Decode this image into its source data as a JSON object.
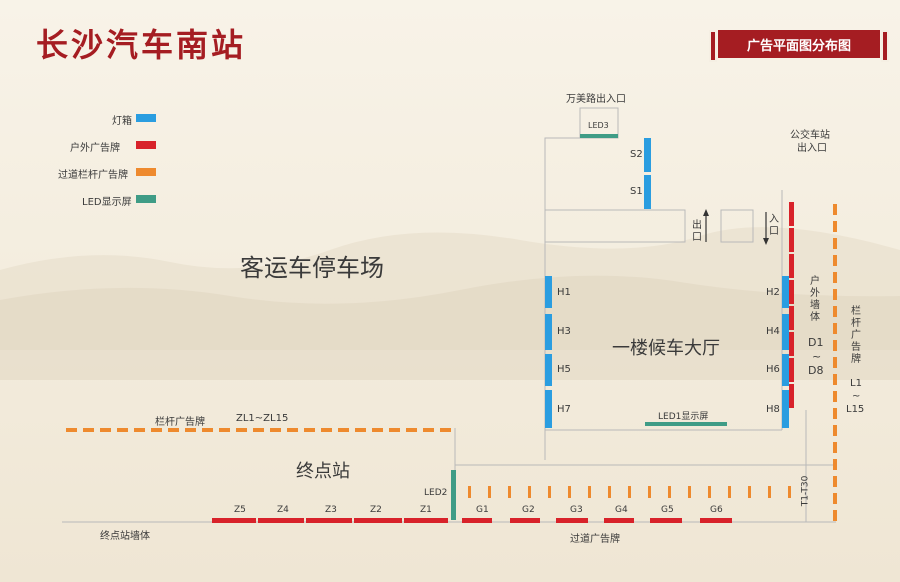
{
  "title": "长沙汽车南站",
  "badge": "广告平面图分布图",
  "legend": [
    {
      "label": "灯箱",
      "color": "#2a9de0"
    },
    {
      "label": "户外广告牌",
      "color": "#d8222a"
    },
    {
      "label": "过道栏杆广告牌",
      "color": "#ee8a2e"
    },
    {
      "label": "LED显示屏",
      "color": "#3f9c86"
    }
  ],
  "areas": {
    "parking": "客运车停车场",
    "hall": "一楼候车大厅",
    "terminal": "终点站"
  },
  "entrances": {
    "wanmei": "万美路出入口",
    "bus_line1": "公交车站",
    "bus_line2": "出入口",
    "exit": "出口",
    "entry": "入口"
  },
  "led": {
    "led3": "LED3",
    "led1": "LED1显示屏",
    "led2": "LED2"
  },
  "lightboxes": {
    "s": [
      "S2",
      "S1"
    ],
    "h_left": [
      "H1",
      "H3",
      "H5",
      "H7"
    ],
    "h_right": [
      "H2",
      "H4",
      "H6",
      "H8"
    ]
  },
  "outdoor_right": {
    "label": "户外墙体",
    "range_start": "D1",
    "tilde": "~",
    "range_end": "D8"
  },
  "railing_right": {
    "label": "栏杆广告牌",
    "range_start": "L1",
    "tilde": "~",
    "range_end": "L15"
  },
  "railing_top": {
    "label": "栏杆广告牌",
    "range": "ZL1~ZL15"
  },
  "z_boards": [
    "Z5",
    "Z4",
    "Z3",
    "Z2",
    "Z1"
  ],
  "g_boards": [
    "G1",
    "G2",
    "G3",
    "G4",
    "G5",
    "G6"
  ],
  "t_range": "T1-T30",
  "bottom_left_label": "终点站墙体",
  "bottom_mid_label": "过道广告牌"
}
